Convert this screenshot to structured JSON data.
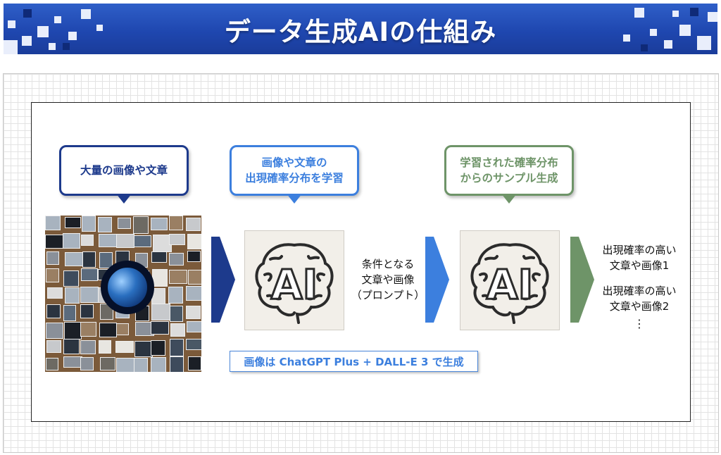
{
  "header": {
    "title": "データ生成AIの仕組み"
  },
  "callouts": {
    "data": "大量の画像や文章",
    "learn": [
      "画像や文章の",
      "出現確率分布を学習"
    ],
    "sample": [
      "学習された確率分布",
      "からのサンプル生成"
    ]
  },
  "ai_tile": {
    "label": "AI"
  },
  "prompt_text": [
    "条件となる",
    "文章や画像",
    "（プロンプト）"
  ],
  "outputs": [
    [
      "出現確率の高い",
      "文章や画像1"
    ],
    [
      "出現確率の高い",
      "文章や画像2"
    ]
  ],
  "ellipsis": "⋮",
  "credit": "画像は ChatGPT Plus + DALL-E 3 で生成",
  "colors": {
    "banner": "#1f47b0",
    "dark_blue": "#1d3a8c",
    "light_blue": "#3c7fde",
    "green": "#6e9468"
  }
}
